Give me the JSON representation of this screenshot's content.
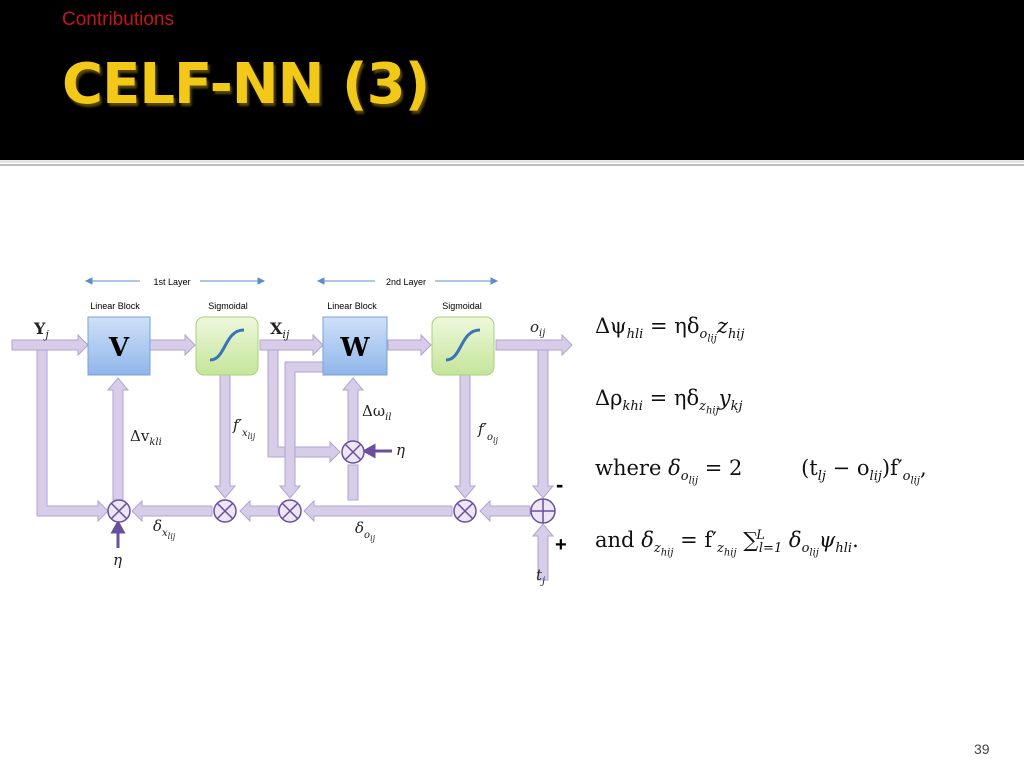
{
  "header": {
    "section_label": "Contributions",
    "title": "CELF-NN (3)"
  },
  "diagram": {
    "layer1_label": "1st Layer",
    "layer2_label": "2nd Layer",
    "linear_block_label": "Linear Block",
    "sigmoidal_label": "Sigmoidal",
    "block_v": "V",
    "block_w": "W",
    "input_y": "Y",
    "input_y_sub": "j",
    "input_x": "X",
    "input_x_sub": "ij",
    "output_o": "o",
    "output_o_sub": "ij",
    "delta_v": "Δv",
    "delta_v_sub": "kli",
    "f_x": "f′",
    "f_x_sub": "x",
    "f_x_subsub": "lij",
    "delta_omega": "Δω",
    "delta_omega_sub": "il",
    "eta": "η",
    "f_o": "f′",
    "f_o_sub": "o",
    "f_o_subsub": "ij",
    "delta_x": "δ",
    "delta_x_sub": "x",
    "delta_x_subsub": "lij",
    "delta_o": "δ",
    "delta_o_sub": "o",
    "delta_o_subsub": "ij",
    "minus_sign": "-",
    "plus_sign": "+",
    "target": "t",
    "target_sub": "j"
  },
  "equations": {
    "eq1": {
      "lhs_greek": "Δψ",
      "lhs_sub": "hli",
      "rhs_eta": "= ηδ",
      "rhs_sub1": "o",
      "rhs_sub1_sub": "lij",
      "rhs_z": "z",
      "rhs_z_sub": "hij"
    },
    "eq2": {
      "lhs_greek": "Δρ",
      "lhs_sub": "khi",
      "rhs_eta": "= ηδ",
      "rhs_sub1": "z",
      "rhs_sub1_sub": "hij",
      "rhs_y": "y",
      "rhs_y_sub": "kj"
    },
    "eq3": {
      "where": "where",
      "delta": "δ",
      "delta_sub": "o",
      "delta_subsub": "lij",
      "equals_two": "= 2",
      "paren": "(t",
      "t_sub": "lj",
      "minus_o": "− o",
      "o_sub": "lij",
      "close": ")f′",
      "f_sub": "o",
      "f_subsub": "lij",
      "comma": ","
    },
    "eq4": {
      "and": "and",
      "delta": "δ",
      "delta_sub": "z",
      "delta_subsub": "hij",
      "equals_f": "= f′",
      "f_sub": "z",
      "f_subsub": "hij",
      "sum": "∑",
      "sum_sup": "L",
      "sum_sub": "l=1",
      "delta2": "δ",
      "delta2_sub": "o",
      "delta2_subsub": "lij",
      "psi": "ψ",
      "psi_sub": "hli",
      "period": "."
    }
  },
  "page_number": "39",
  "colors": {
    "header_bg": "#000000",
    "title": "#f2c918",
    "section_label": "#c2161c",
    "arrow_fill": "#d7cde9",
    "arrow_stroke": "#b3a2d3",
    "linear_block": "#a9c8ef",
    "sigmoid_block": "#d9efb8"
  }
}
